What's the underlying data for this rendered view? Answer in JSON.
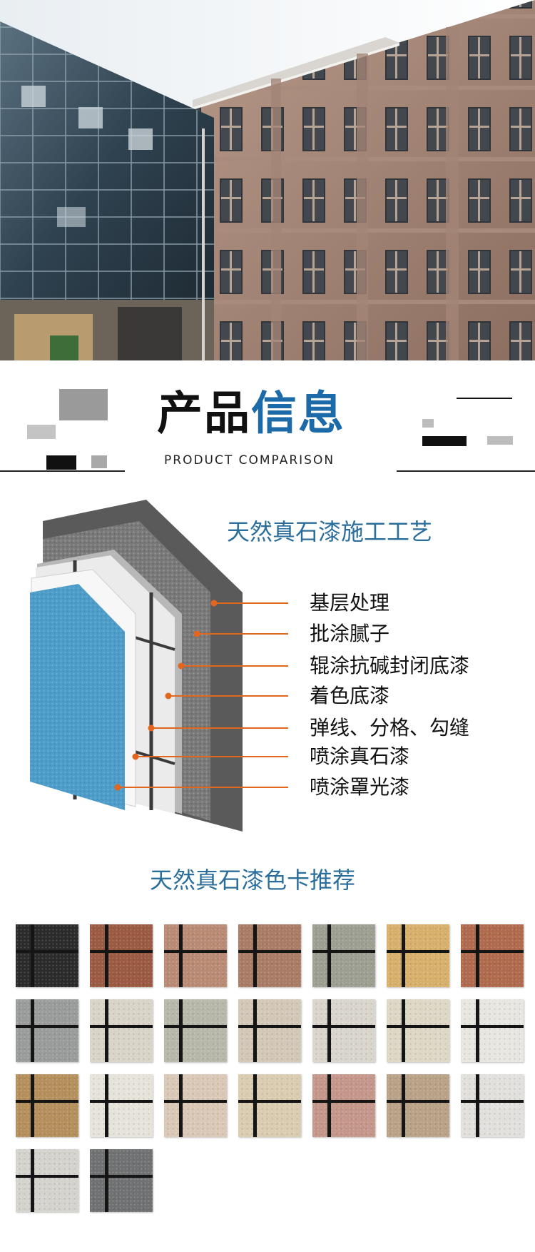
{
  "header": {
    "title_part1": "产品",
    "title_part2": "信息",
    "subtitle": "PRODUCT COMPARISON"
  },
  "process": {
    "title": "天然真石漆施工工艺",
    "layers": [
      {
        "label": "基层处理"
      },
      {
        "label": "批涂腻子"
      },
      {
        "label": "辊涂抗碱封闭底漆"
      },
      {
        "label": "着色底漆"
      },
      {
        "label": "弹线、分格、勾缝"
      },
      {
        "label": "喷涂真石漆"
      },
      {
        "label": "喷涂罩光漆"
      }
    ]
  },
  "swatches": {
    "title": "天然真石漆色卡推荐",
    "colors": [
      "#2b2b2b",
      "#9b5a42",
      "#b98b74",
      "#a97c66",
      "#9c9f92",
      "#d8b06b",
      "#b06a4d",
      "#9a9c9c",
      "#d9d3c8",
      "#b7b8a9",
      "#d3c8b8",
      "#d9d5cc",
      "#ddd7c6",
      "#e8e6e0",
      "#b58f5c",
      "#e6e3da",
      "#dac8b6",
      "#d9ccb1",
      "#c5978b",
      "#b9a287",
      "#e2e0dd",
      "#d4d3ce",
      "#707172"
    ]
  },
  "colors": {
    "accent_blue": "#1c6aa8",
    "leader_orange": "#e3661e"
  }
}
